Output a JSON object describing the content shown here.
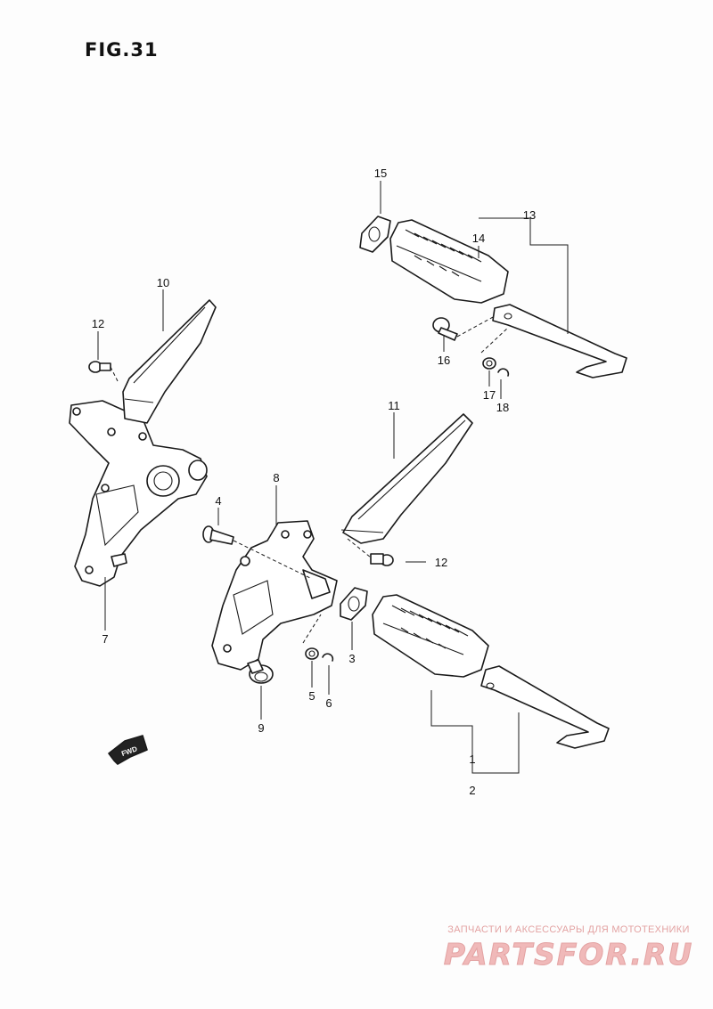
{
  "figure": {
    "title": "FIG.31"
  },
  "callouts": {
    "c1": "1",
    "c2": "2",
    "c3": "3",
    "c4": "4",
    "c5": "5",
    "c6": "6",
    "c7": "7",
    "c8": "8",
    "c9": "9",
    "c10": "10",
    "c11": "11",
    "c12a": "12",
    "c12b": "12",
    "c13": "13",
    "c14": "14",
    "c15": "15",
    "c16": "16",
    "c17": "17",
    "c18": "18"
  },
  "direction_badge": "FWD",
  "watermark": {
    "tagline": "ЗАПЧАСТИ И АКСЕССУАРЫ ДЛЯ МОТОТЕХНИКИ",
    "brand": "PARTSFOR.RU",
    "color": "#f0b9b9"
  }
}
